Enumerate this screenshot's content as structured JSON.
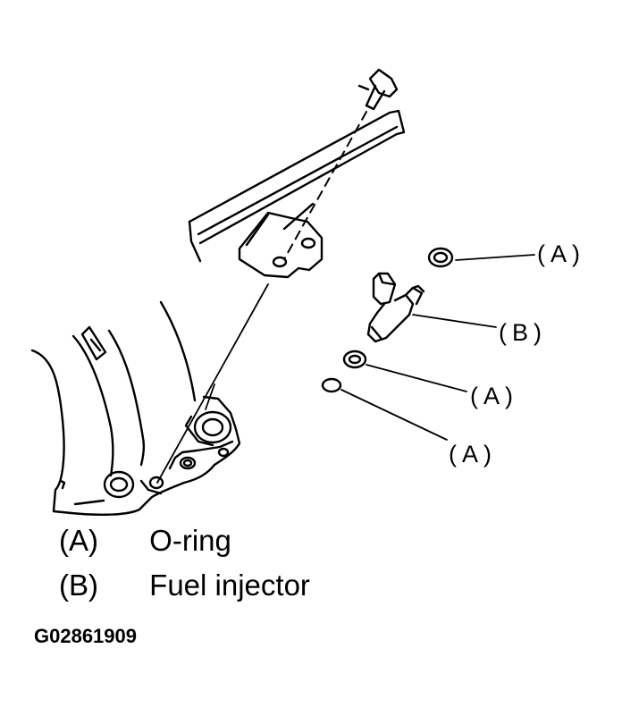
{
  "callouts": {
    "a_top": "(A)",
    "b": "(B)",
    "a_mid": "(A)",
    "a_bottom": "(A)"
  },
  "legend": [
    {
      "key": "(A)",
      "label": "O-ring"
    },
    {
      "key": "(B)",
      "label": "Fuel injector"
    }
  ],
  "figure_id": "G02861909",
  "colors": {
    "ink": "#000000",
    "paper": "#ffffff"
  }
}
